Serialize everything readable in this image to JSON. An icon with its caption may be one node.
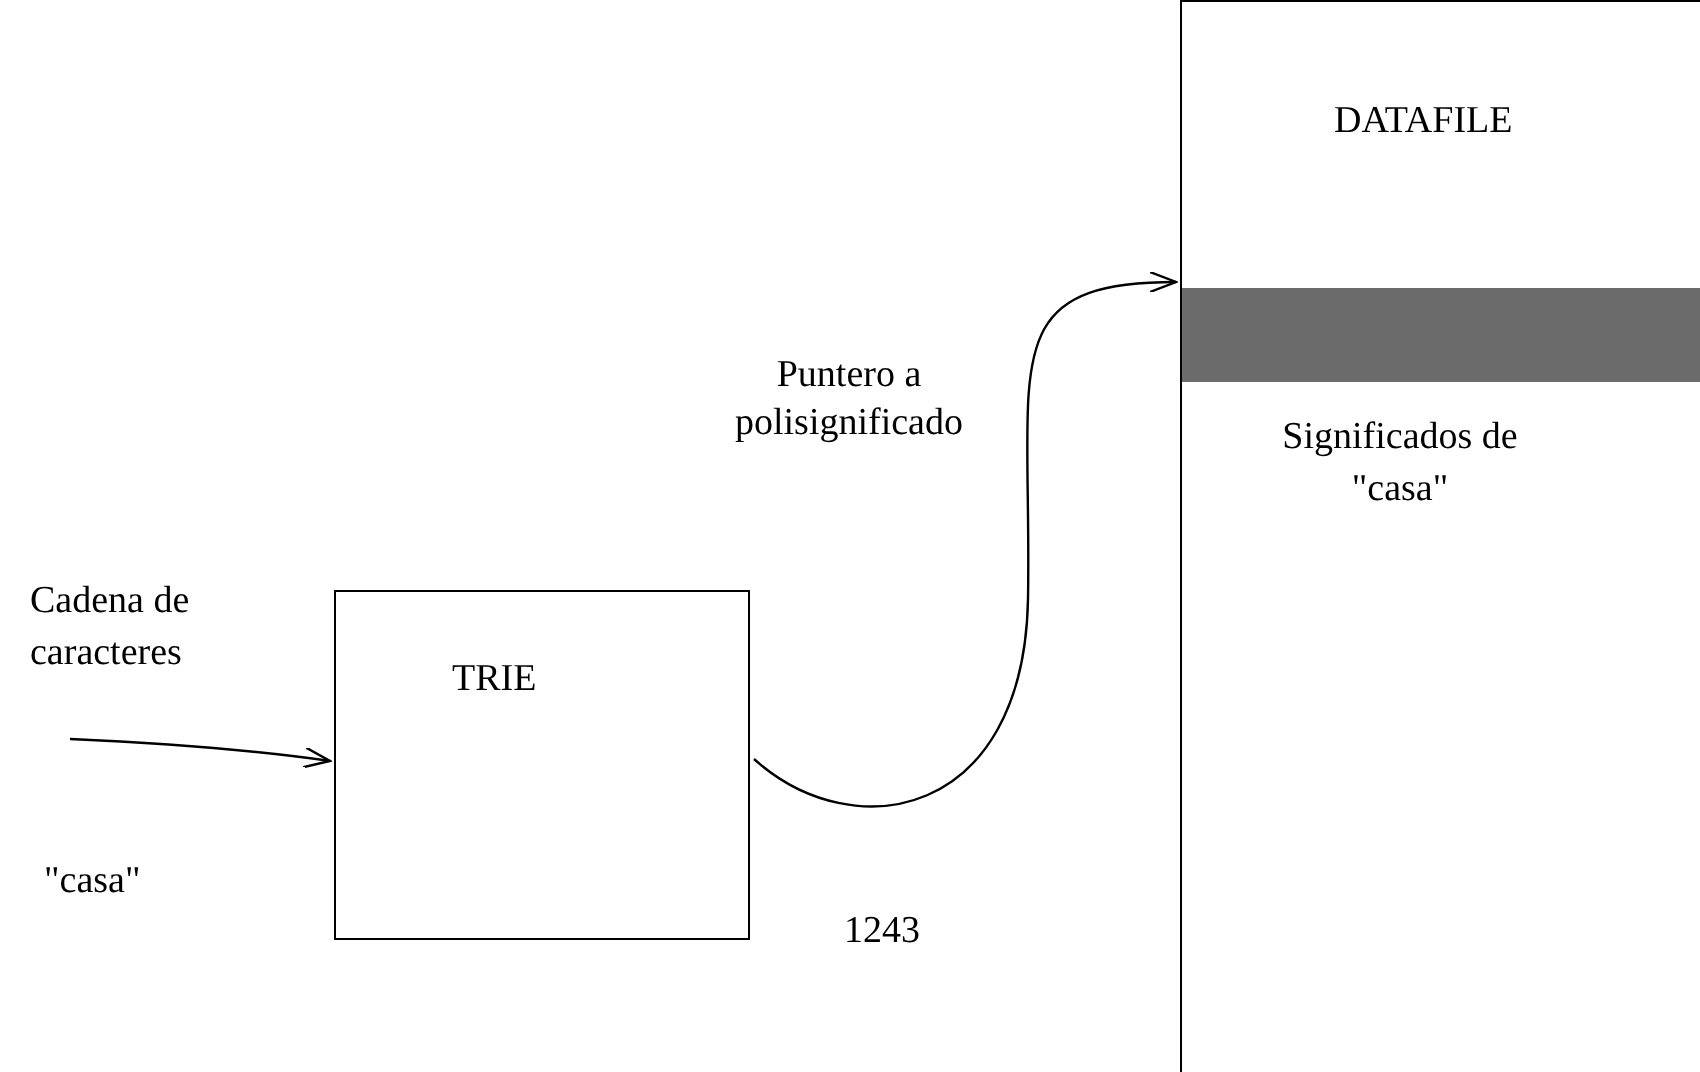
{
  "diagram": {
    "nodes": [
      {
        "text": [
          "TRIE"
        ]
      },
      {
        "text": [
          "DATAFILE"
        ]
      },
      {
        "text": [],
        "shape": "bar",
        "in": 1
      }
    ],
    "edges": [
      {
        "from": null,
        "to": 0,
        "arrow": "to"
      },
      {
        "from": 0,
        "to": 2,
        "arrow": "to",
        "label": "Puntero a polisignificado"
      }
    ],
    "labels": [
      "Cadena de caracteres",
      "\"casa\"",
      "1243",
      "Significados de \"casa\""
    ]
  }
}
